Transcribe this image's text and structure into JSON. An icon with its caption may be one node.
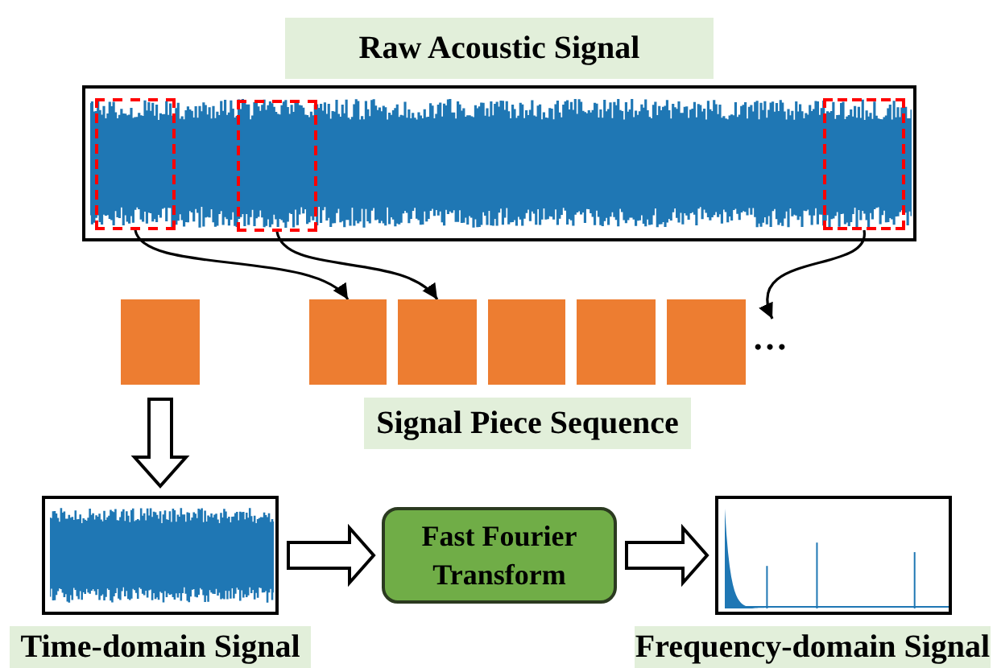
{
  "diagram": {
    "nodes": [
      {
        "text": [
          "Raw Acoustic Signal"
        ]
      },
      {
        "text": [],
        "shape": "box",
        "in": 0
      },
      {
        "text": [],
        "shape": "box",
        "in": 0
      },
      {
        "text": [],
        "shape": "box",
        "in": 0
      },
      {
        "text": [],
        "shape": "box"
      },
      {
        "text": [],
        "shape": "box"
      },
      {
        "text": [],
        "shape": "box"
      },
      {
        "text": [],
        "shape": "box"
      },
      {
        "text": [],
        "shape": "box"
      },
      {
        "text": [],
        "shape": "box"
      },
      {
        "text": [
          "…"
        ]
      },
      {
        "text": [
          "Time-domain Signal"
        ]
      },
      {
        "text": [
          "Fast Fourier Transform"
        ]
      },
      {
        "text": [
          "Frequency-domain Signal"
        ]
      }
    ],
    "edges": [
      {
        "from": 1,
        "to": 5,
        "arrow": "to"
      },
      {
        "from": 2,
        "to": 6,
        "arrow": "to"
      },
      {
        "from": 3,
        "to": 10,
        "arrow": "to"
      },
      {
        "from": 4,
        "to": 11,
        "arrow": "to",
        "style": "thick"
      },
      {
        "from": 11,
        "to": 12,
        "arrow": "to",
        "style": "thick"
      },
      {
        "from": 12,
        "to": 13,
        "arrow": "to",
        "style": "thick"
      }
    ],
    "labels": [
      "Signal Piece Sequence"
    ]
  }
}
